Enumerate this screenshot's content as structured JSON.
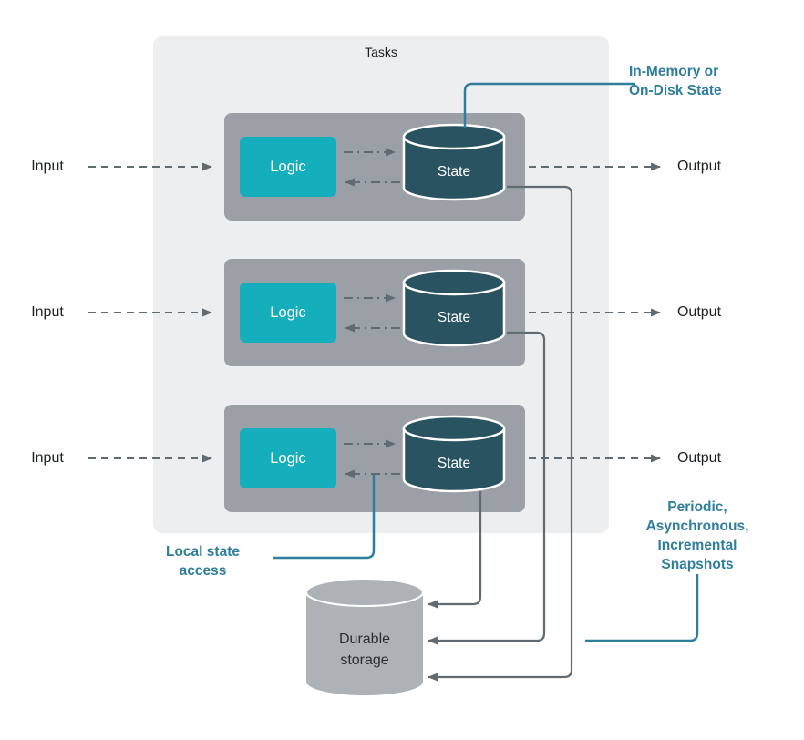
{
  "diagram": {
    "title": "Tasks",
    "rows": [
      {
        "input": "Input",
        "logic": "Logic",
        "state": "State",
        "output": "Output"
      },
      {
        "input": "Input",
        "logic": "Logic",
        "state": "State",
        "output": "Output"
      },
      {
        "input": "Input",
        "logic": "Logic",
        "state": "State",
        "output": "Output"
      }
    ],
    "durable_storage": {
      "line1": "Durable",
      "line2": "storage"
    },
    "annotations": {
      "in_memory": {
        "line1": "In-Memory or",
        "line2": "On-Disk State"
      },
      "local_access": {
        "line1": "Local state",
        "line2": "access"
      },
      "snapshots": {
        "line1": "Periodic,",
        "line2": "Asynchronous,",
        "line3": "Incremental",
        "line4": "Snapshots"
      }
    },
    "colors": {
      "logic_fill": "#14aebd",
      "state_fill": "#2a5362",
      "task_fill": "#9aa0a6",
      "group_fill": "#eceef0",
      "durable_fill": "#acb2b6",
      "connector_gray": "#5f6a72",
      "annotation_teal": "#2f7e9d"
    }
  }
}
